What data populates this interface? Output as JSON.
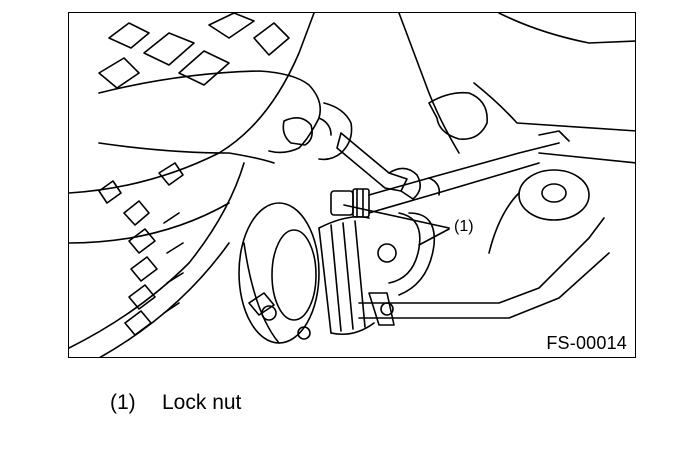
{
  "illustration": {
    "callout_number": "(1)",
    "figure_code": "FS-00014"
  },
  "legend": {
    "items": [
      {
        "number": "(1)",
        "label": "Lock nut"
      }
    ]
  },
  "colors": {
    "line": "#000000",
    "background": "#ffffff"
  }
}
